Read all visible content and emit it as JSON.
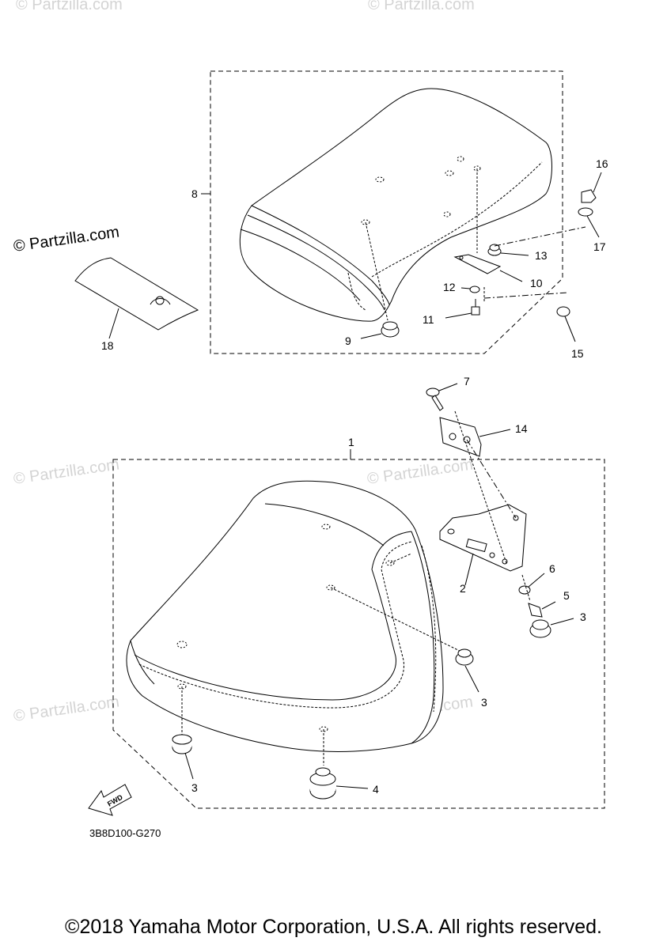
{
  "watermark_main": "© Partzilla.com",
  "watermark_faint": "© Partzilla.com",
  "fwd_label": "FWD",
  "diagram_code": "3B8D100-G270",
  "copyright": "©2018 Yamaha Motor Corporation, U.S.A. All rights reserved.",
  "callouts": {
    "c1": "1",
    "c2": "2",
    "c3a": "3",
    "c3b": "3",
    "c3c": "3",
    "c4": "4",
    "c5": "5",
    "c6": "6",
    "c7": "7",
    "c8": "8",
    "c9": "9",
    "c10": "10",
    "c11": "11",
    "c12": "12",
    "c13": "13",
    "c14": "14",
    "c15": "15",
    "c16": "16",
    "c17": "17",
    "c18": "18"
  }
}
